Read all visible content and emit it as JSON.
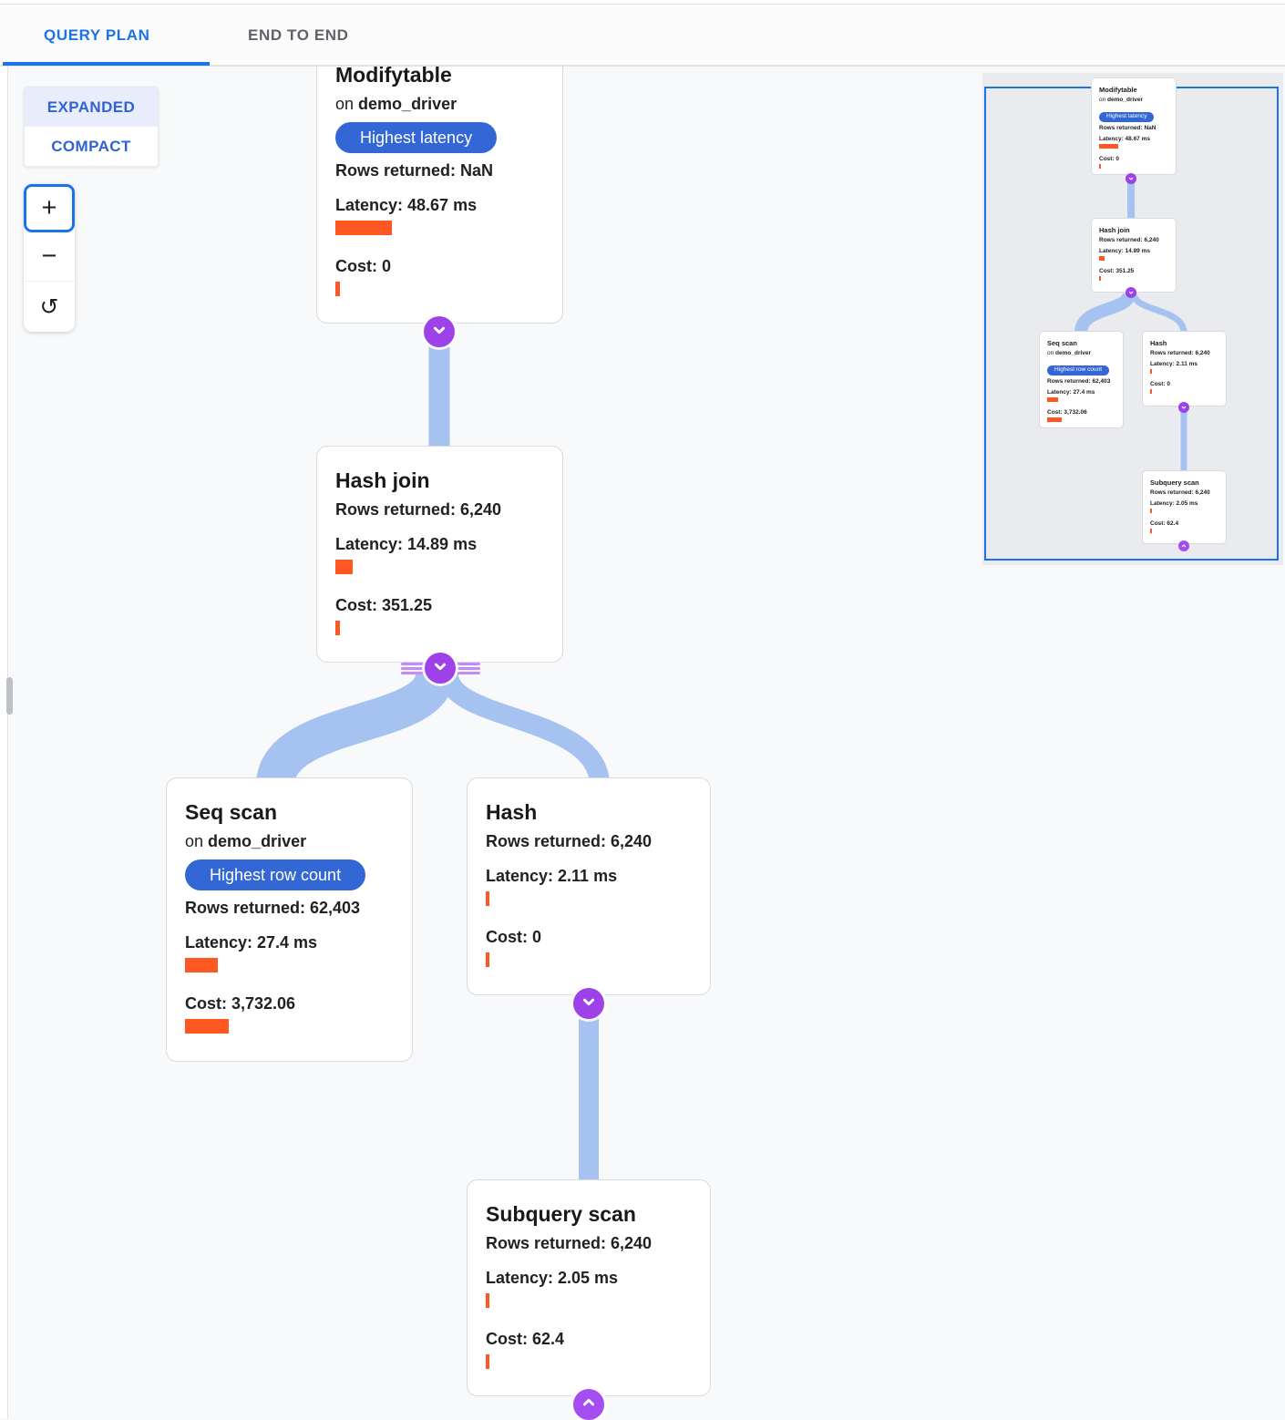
{
  "tabs": [
    {
      "label": "QUERY PLAN",
      "active": true
    },
    {
      "label": "END TO END",
      "active": false
    }
  ],
  "view_modes": {
    "expanded": "EXPANDED",
    "compact": "COMPACT",
    "selected": "EXPANDED"
  },
  "zoom_controls": {
    "zoom_in": "+",
    "zoom_out": "−",
    "reset": "↺"
  },
  "nodes": [
    {
      "title": "Modifytable",
      "on_prefix": "on",
      "target": "demo_driver",
      "badge": "Highest latency",
      "rows": "Rows returned: NaN",
      "latency": "Latency: 48.67 ms",
      "cost": "Cost: 0",
      "latency_bar": 62,
      "cost_bar": 5
    },
    {
      "title": "Hash join",
      "rows": "Rows returned: 6,240",
      "latency": "Latency: 14.89 ms",
      "cost": "Cost: 351.25",
      "latency_bar": 19,
      "cost_bar": 5
    },
    {
      "title": "Seq scan",
      "on_prefix": "on",
      "target": "demo_driver",
      "badge": "Highest row count",
      "rows": "Rows returned: 62,403",
      "latency": "Latency: 27.4 ms",
      "cost": "Cost: 3,732.06",
      "latency_bar": 36,
      "cost_bar": 48
    },
    {
      "title": "Hash",
      "rows": "Rows returned: 6,240",
      "latency": "Latency: 2.11 ms",
      "cost": "Cost: 0",
      "latency_bar": 4,
      "cost_bar": 4
    },
    {
      "title": "Subquery scan",
      "rows": "Rows returned: 6,240",
      "latency": "Latency: 2.05 ms",
      "cost": "Cost: 62.4",
      "latency_bar": 4,
      "cost_bar": 4
    }
  ],
  "colors": {
    "accent_blue": "#1a73e8",
    "badge_blue": "#3367d6",
    "bar_orange": "#ff5722",
    "connector_purple": "#9d41e8",
    "edge_blue": "#a6c2f0",
    "minimap_bg": "#e9ebee"
  }
}
